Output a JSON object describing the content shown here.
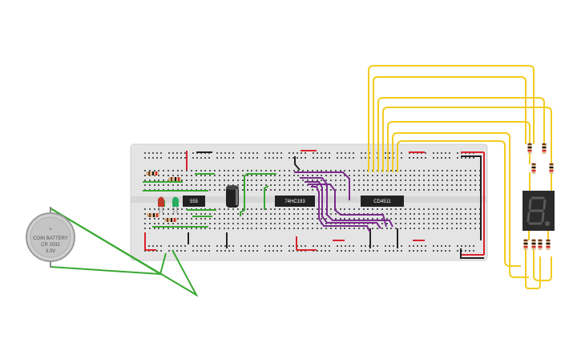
{
  "components": {
    "timer_chip": {
      "label": "555"
    },
    "counter_chip": {
      "label": "74HC193"
    },
    "decoder_chip": {
      "label": "CD4511"
    },
    "battery": {
      "line1": "COIN BATTERY",
      "line2": "CR 2032",
      "line3": "3.0V",
      "plus": "+"
    },
    "seven_segment": {
      "digit": "8."
    }
  },
  "colors": {
    "breadboard": "#e6e6e6",
    "rail_red": "#d9232a",
    "rail_black": "#222222",
    "wire_green": "#3aa832",
    "wire_purple": "#7a2a8c",
    "wire_yellow": "#f2cc1f",
    "chip": "#222222",
    "led_red": "#c0392b",
    "led_green": "#27ae60",
    "display": "#2b2b2b"
  }
}
